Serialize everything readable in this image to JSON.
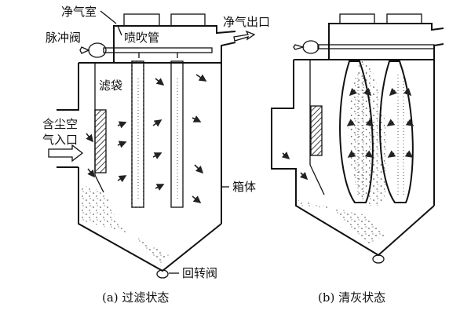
{
  "figure": {
    "panel_a": {
      "caption": "(a) 过滤状态",
      "labels": {
        "clean_air_chamber": "净气室",
        "pulse_valve": "脉冲阀",
        "blow_pipe": "喷吹管",
        "clean_air_outlet": "净气出口",
        "filter_bag": "滤袋",
        "dusty_air_inlet_line1": "含尘空",
        "dusty_air_inlet_line2": "气入口",
        "housing": "箱体",
        "rotary_valve": "回转阀"
      }
    },
    "panel_b": {
      "caption": "(b) 清灰状态"
    }
  }
}
